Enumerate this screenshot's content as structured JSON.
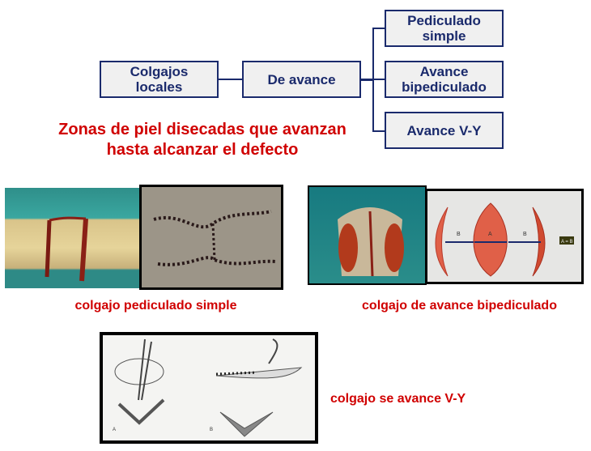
{
  "diagram": {
    "root": {
      "line1": "Colgajos",
      "line2": "locales"
    },
    "middle": "De avance",
    "children": [
      {
        "line1": "Pediculado",
        "line2": "simple"
      },
      {
        "line1": "Avance",
        "line2": "bipediculado"
      },
      {
        "line1": "Avance V-Y",
        "line2": ""
      }
    ]
  },
  "description": {
    "line1": "Zonas de piel disecadas que avanzan",
    "line2": "hasta alcanzar el defecto"
  },
  "captions": {
    "simple": "colgajo pediculado simple",
    "bipediculado": "colgajo de avance bipediculado",
    "vy": "colgajo se avance V-Y"
  },
  "figure_labels": {
    "a": "A",
    "b": "B",
    "eq": "A = B",
    "fig_a": "A",
    "fig_b": "B"
  },
  "colors": {
    "navy": "#1a2a6c",
    "red": "#d00000",
    "box_fill": "#f0f0f0"
  }
}
